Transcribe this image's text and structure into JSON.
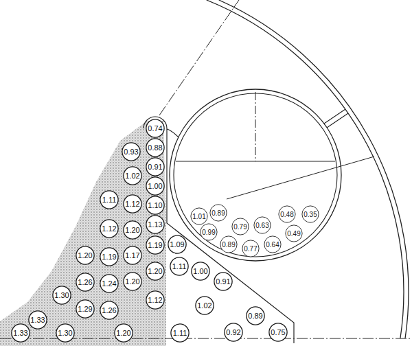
{
  "diagram": {
    "nodes": [
      {
        "text": [
          "0.74"
        ]
      },
      {
        "text": [
          "0.88"
        ]
      },
      {
        "text": [
          "0.93"
        ]
      },
      {
        "text": [
          "0.91"
        ]
      },
      {
        "text": [
          "1.02"
        ]
      },
      {
        "text": [
          "1.00"
        ]
      },
      {
        "text": [
          "1.11"
        ]
      },
      {
        "text": [
          "1.12"
        ]
      },
      {
        "text": [
          "1.10"
        ]
      },
      {
        "text": [
          "1.13"
        ]
      },
      {
        "text": [
          "1.12"
        ]
      },
      {
        "text": [
          "1.20"
        ]
      },
      {
        "text": [
          "1.01"
        ]
      },
      {
        "text": [
          "0.89"
        ]
      },
      {
        "text": [
          "0.48"
        ]
      },
      {
        "text": [
          "0.35"
        ]
      },
      {
        "text": [
          "0.79"
        ]
      },
      {
        "text": [
          "0.63"
        ]
      },
      {
        "text": [
          "0.99"
        ]
      },
      {
        "text": [
          "0.49"
        ]
      },
      {
        "text": [
          "0.89"
        ]
      },
      {
        "text": [
          "0.64"
        ]
      },
      {
        "text": [
          "0.77"
        ]
      },
      {
        "text": [
          "1.09"
        ]
      },
      {
        "text": [
          "1.19"
        ]
      },
      {
        "text": [
          "1.20"
        ]
      },
      {
        "text": [
          "1.19"
        ]
      },
      {
        "text": [
          "1.17"
        ]
      },
      {
        "text": [
          "1.11"
        ]
      },
      {
        "text": [
          "1.20"
        ]
      },
      {
        "text": [
          "1.00"
        ]
      },
      {
        "text": [
          "0.91"
        ]
      },
      {
        "text": [
          "1.26"
        ]
      },
      {
        "text": [
          "1.24"
        ]
      },
      {
        "text": [
          "1.20"
        ]
      },
      {
        "text": [
          "1.30"
        ]
      },
      {
        "text": [
          "1.12"
        ]
      },
      {
        "text": [
          "1.02"
        ]
      },
      {
        "text": [
          "1.29"
        ]
      },
      {
        "text": [
          "1.26"
        ]
      },
      {
        "text": [
          "0.89"
        ]
      },
      {
        "text": [
          "1.33"
        ]
      },
      {
        "text": [
          "1.33"
        ]
      },
      {
        "text": [
          "1.30"
        ]
      },
      {
        "text": [
          "1.20"
        ]
      },
      {
        "text": [
          "1.11"
        ]
      },
      {
        "text": [
          "0.92"
        ]
      },
      {
        "text": [
          "0.75"
        ]
      }
    ]
  }
}
